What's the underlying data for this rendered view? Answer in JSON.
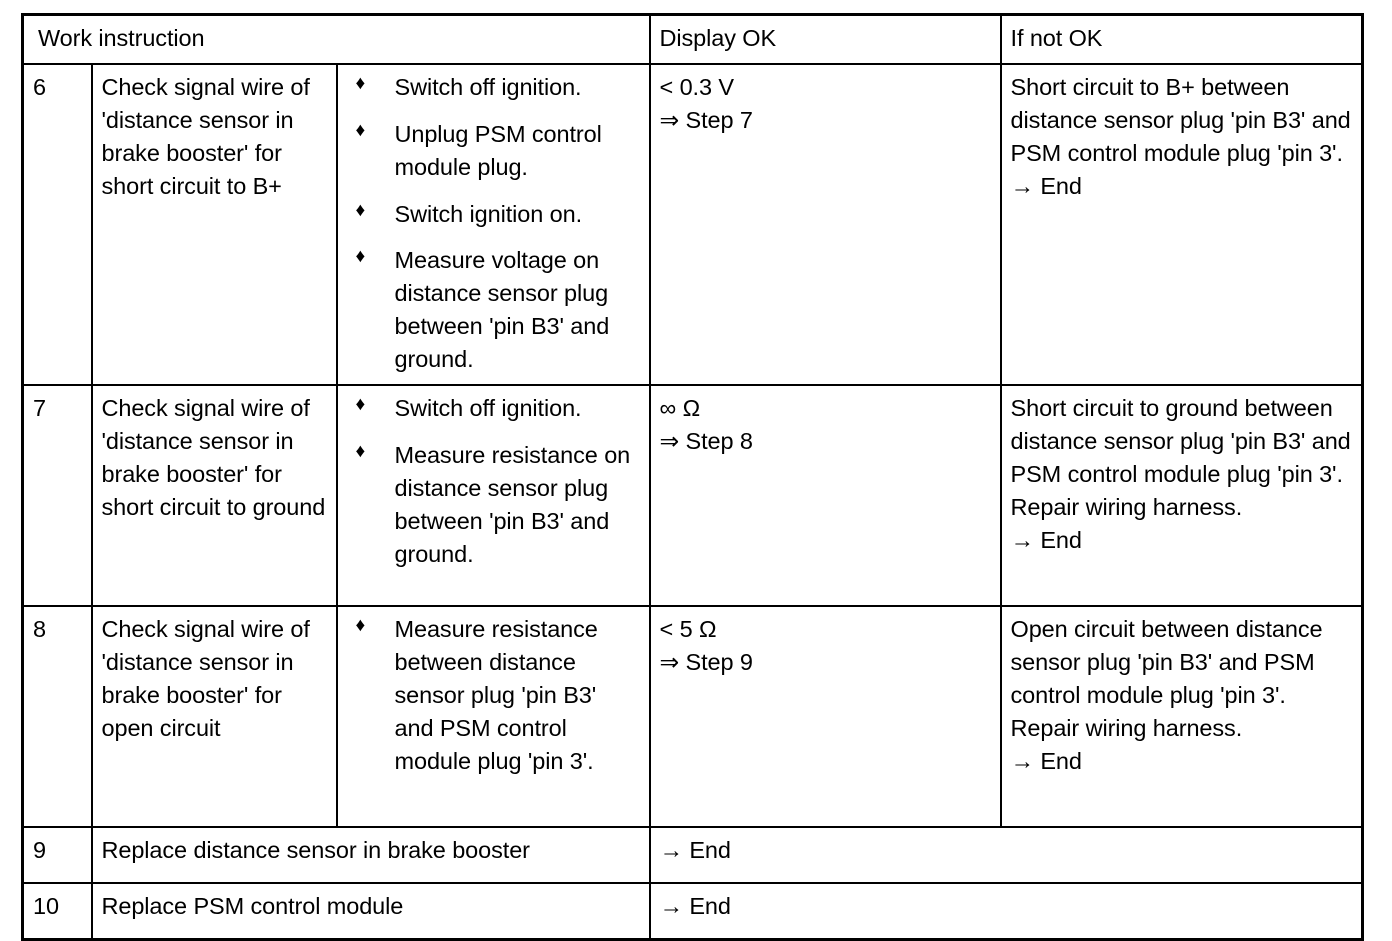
{
  "table": {
    "headers": {
      "work_instruction": "Work instruction",
      "display_ok": "Display OK",
      "if_not_ok": "If not OK"
    },
    "bullet_glyph": "♦",
    "rows": [
      {
        "number": "6",
        "instruction": "Check signal wire of 'distance sensor in brake booster' for short circuit to B+",
        "steps": [
          "Switch off ignition.",
          "Unplug PSM control module plug.",
          "Switch ignition on.",
          "Measure voltage on distance sensor plug between 'pin B3' and ground."
        ],
        "display_ok_line1": "< 0.3 V",
        "display_ok_line2": "⇒ Step 7",
        "if_not_ok_body": "Short circuit to B+ between distance sensor plug 'pin B3' and PSM control module plug 'pin 3'.",
        "if_not_ok_end": "→ End"
      },
      {
        "number": "7",
        "instruction": "Check signal wire of 'distance sensor in brake booster' for short circuit to ground",
        "steps": [
          "Switch off ignition.",
          "Measure resistance on distance sensor plug between 'pin B3' and ground."
        ],
        "display_ok_line1": "∞ Ω",
        "display_ok_line2": "⇒ Step 8",
        "if_not_ok_body": "Short circuit to ground between distance sensor plug 'pin B3' and PSM control module plug 'pin 3'.",
        "if_not_ok_extra": "Repair wiring harness.",
        "if_not_ok_end": "→ End"
      },
      {
        "number": "8",
        "instruction": "Check signal wire of 'distance sensor in brake booster' for open circuit",
        "steps": [
          "Measure resistance between distance sensor plug 'pin B3' and PSM control module plug 'pin 3'."
        ],
        "display_ok_line1": "< 5 Ω",
        "display_ok_line2": "⇒ Step 9",
        "if_not_ok_body": "Open circuit between distance sensor plug 'pin B3' and PSM control module plug 'pin 3'.",
        "if_not_ok_extra": "Repair wiring harness.",
        "if_not_ok_end": "→ End"
      }
    ],
    "final_rows": [
      {
        "number": "9",
        "instruction": "Replace distance sensor in brake booster",
        "result": "→ End"
      },
      {
        "number": "10",
        "instruction": "Replace PSM control module",
        "result": "→ End"
      }
    ]
  }
}
